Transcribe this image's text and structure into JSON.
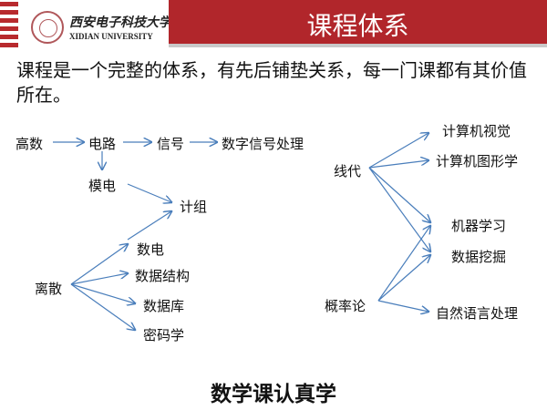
{
  "header": {
    "university_cn": "西安电子科技大学",
    "university_en": "XIDIAN UNIVERSITY",
    "title": "课程体系"
  },
  "intro": "课程是一个完整的体系，有先后铺垫关系，每一门课都有其价值所在。",
  "nodes": {
    "gaoshu": "高数",
    "dianlu": "电路",
    "xinhao": "信号",
    "szxhcl": "数字信号处理",
    "modian": "模电",
    "jizu": "计组",
    "shudian": "数电",
    "sjjg": "数据结构",
    "lisan": "离散",
    "sjk": "数据库",
    "mmx": "密码学",
    "xiandai": "线代",
    "gailvlun": "概率论",
    "jsjsj": "计算机视觉",
    "jsjtxx": "计算机图形学",
    "jqxx": "机器学习",
    "sjwj": "数据挖掘",
    "zrycl": "自然语言处理"
  },
  "motto": "数学课认真学",
  "colors": {
    "brand": "#b1262b",
    "arrow": "#4a7ebb"
  }
}
